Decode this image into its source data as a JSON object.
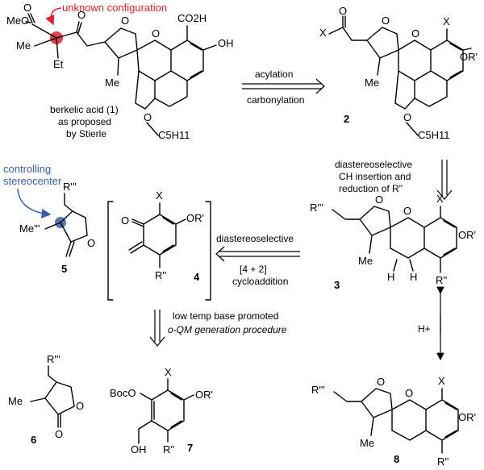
{
  "annotations": {
    "unknown_configuration": "unknown configuration",
    "controlling_stereocenter_line1": "controlling",
    "controlling_stereocenter_line2": "stereocenter",
    "accent_red": "#e0202a",
    "accent_blue": "#3a5fa8"
  },
  "compound1": {
    "meo": "MeO",
    "me": "Me",
    "et": "Et",
    "co2h": "CO2H",
    "oh": "OH",
    "o": "O",
    "c5h11": "C5H11",
    "caption_line1": "berkelic acid (1)",
    "caption_line2": "as proposed",
    "caption_line3": "by Stierle"
  },
  "compound2": {
    "x": "X",
    "or": "OR'",
    "o": "O",
    "me": "Me",
    "c5h11": "C5H11",
    "label": "2"
  },
  "compound3": {
    "r3": "R'''",
    "x": "X",
    "or": "OR'",
    "o": "O",
    "me": "Me",
    "h": "H",
    "r2": "R''",
    "label": "3"
  },
  "compound4": {
    "x": "X",
    "or": "OR'",
    "o": "O",
    "r2": "R''",
    "label": "4"
  },
  "compound5": {
    "r3": "R'''",
    "me": "Me'''",
    "o": "O",
    "label": "5"
  },
  "compound6": {
    "r3": "R'''",
    "me": "Me",
    "o": "O",
    "label": "6"
  },
  "compound7": {
    "boco": "BocO",
    "x": "X",
    "or": "OR'",
    "oh": "OH",
    "r2": "R''",
    "label": "7"
  },
  "compound8": {
    "r3": "R'''",
    "x": "X",
    "or": "OR'",
    "o": "O",
    "me": "Me",
    "r2": "R''",
    "label": "8"
  },
  "arrows": {
    "acylation": "acylation",
    "carbonylation": "carbonylation",
    "insertion_line1": "diastereoselective",
    "insertion_line2": "CH insertion and",
    "insertion_line3": "reduction of R\"",
    "cyclo_line1": "diastereoselective",
    "cyclo_line2": "[4 + 2]",
    "cyclo_line3": "cycloaddition",
    "oqm_line1": "low temp base promoted",
    "oqm_line2": "o-QM generation procedure",
    "acid": "H+"
  }
}
